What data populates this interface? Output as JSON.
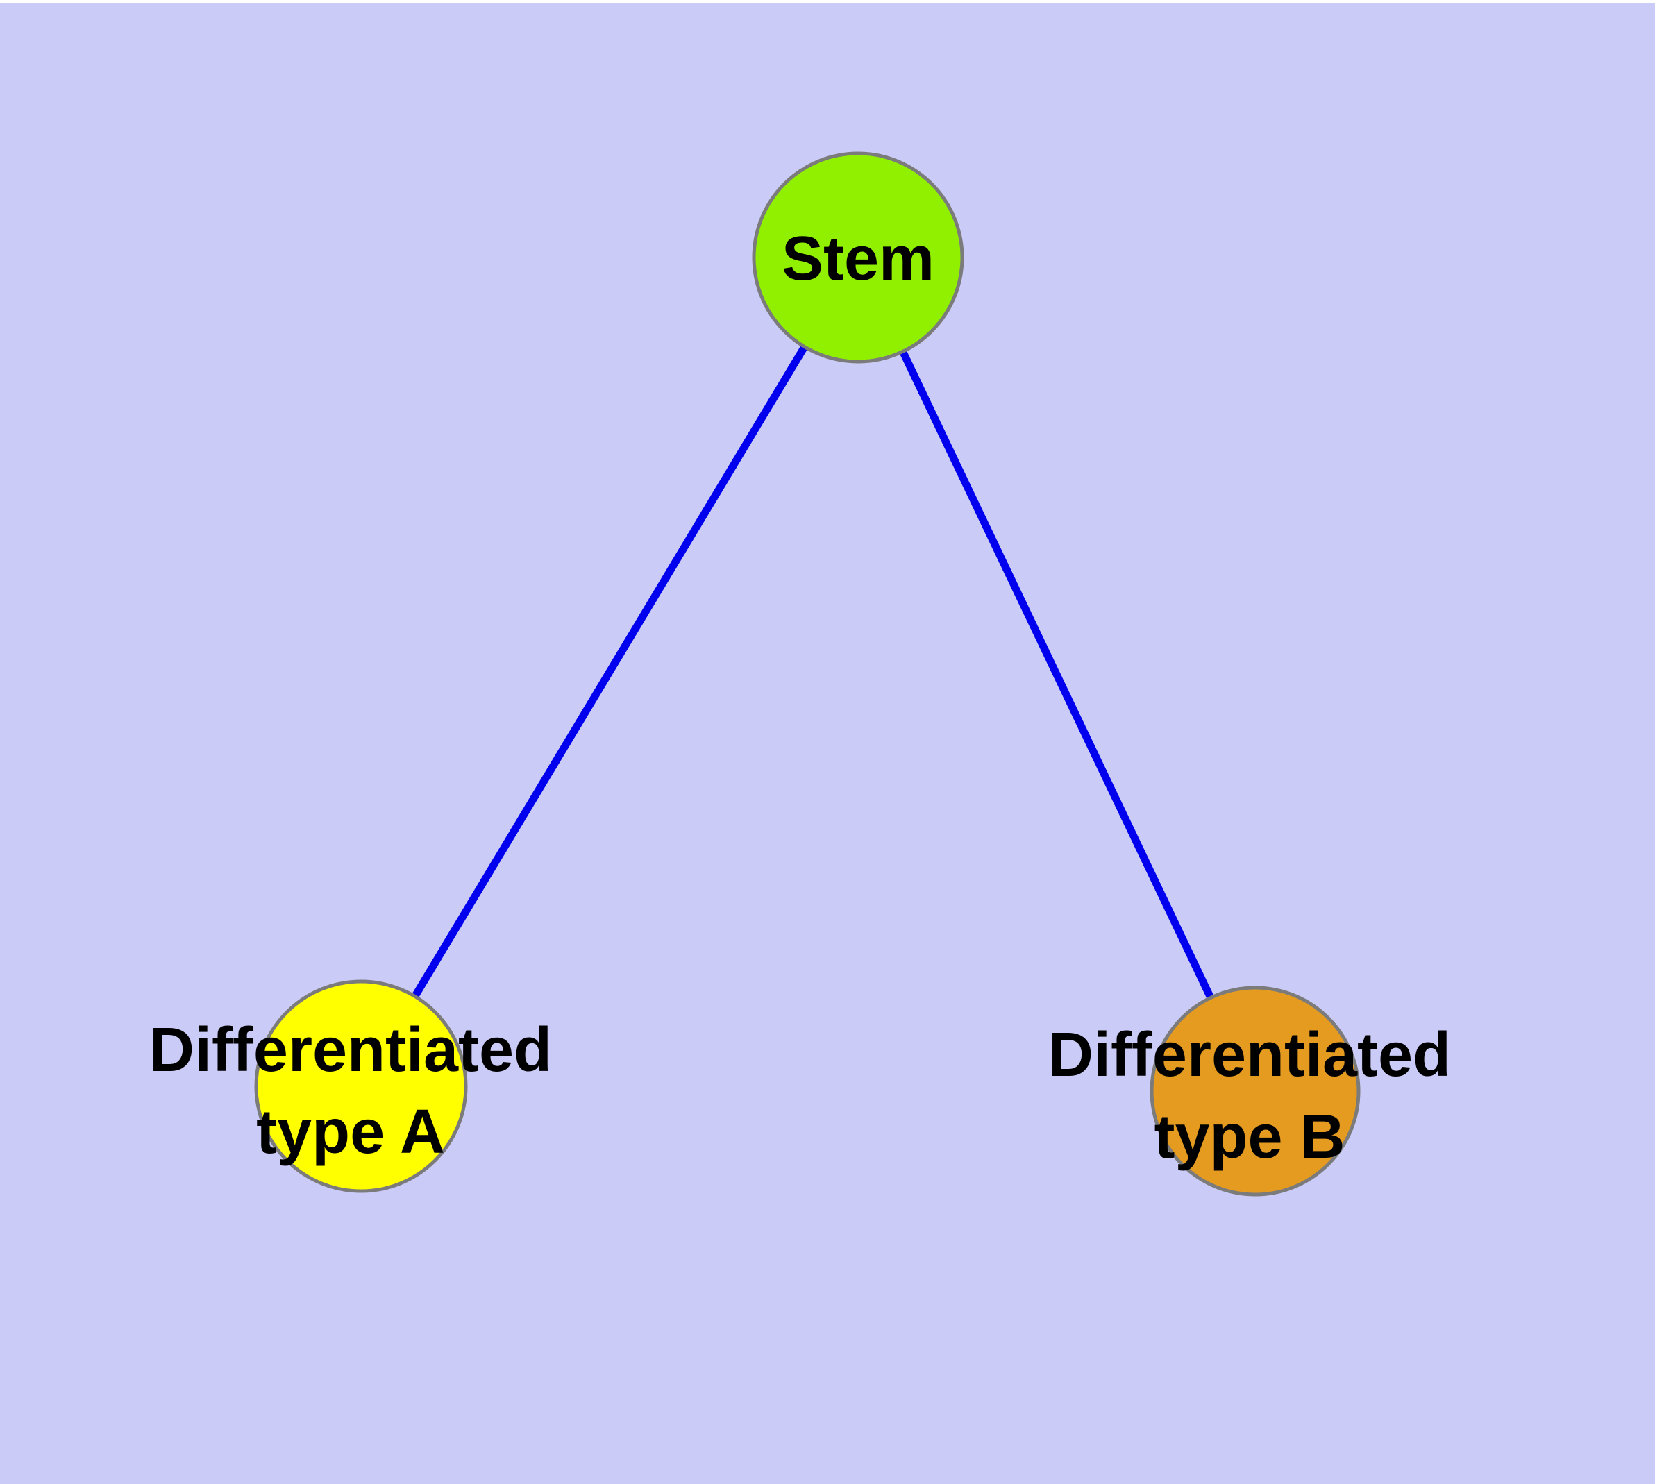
{
  "diagram": {
    "background_color": "#CBCBF7",
    "top_border_color": "#FFFFFF",
    "edge_color": "#0000EE",
    "node_border_color": "#7B7B7B",
    "label_color": "#000000",
    "nodes": {
      "stem": {
        "label": "Stem",
        "fill": "#90F000"
      },
      "type_a": {
        "label": "Differentiated type A",
        "label_line1": "Differentiated",
        "label_line2": "type A",
        "fill": "#FFFF00"
      },
      "type_b": {
        "label": "Differentiated type B",
        "label_line1": "Differentiated",
        "label_line2": "type B",
        "fill": "#E49B20"
      }
    },
    "edges": [
      {
        "from": "Stem",
        "to": "Differentiated type A"
      },
      {
        "from": "Stem",
        "to": "Differentiated type B"
      }
    ]
  }
}
